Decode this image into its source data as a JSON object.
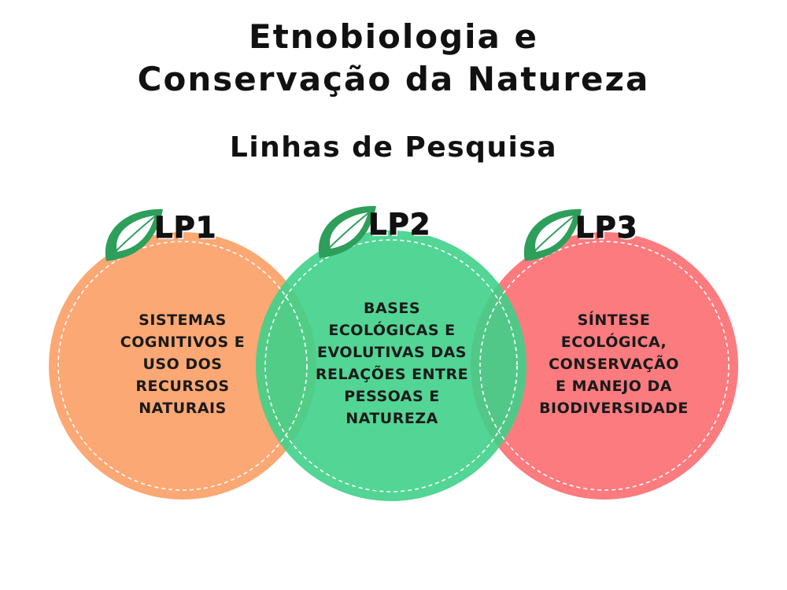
{
  "header": {
    "title_line_1": "Etnobiologia e",
    "title_line_2": "Conservação da Natureza",
    "subtitle": "Linhas de Pesquisa"
  },
  "research_lines": [
    {
      "label": "LP1",
      "text": "SISTEMAS\nCOGNITIVOS E\nUSO DOS\nRECURSOS\nNATURAIS",
      "color": "#FBA874"
    },
    {
      "label": "LP2",
      "text": "BASES\nECOLÓGICAS E\nEVOLUTIVAS DAS\nRELAÇÕES ENTRE\nPESSOAS E\nNATUREZA",
      "color": "#3FD08A"
    },
    {
      "label": "LP3",
      "text": "SÍNTESE\nECOLÓGICA,\nCONSERVAÇÃO\nE MANEJO DA\nBIODIVERSIDADE",
      "color": "#FB7B7F"
    }
  ],
  "icons": {
    "leaf": "leaf-icon",
    "leaf_color": "#2E9E5B"
  }
}
